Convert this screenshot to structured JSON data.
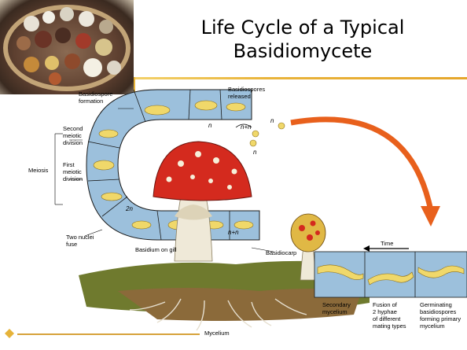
{
  "title_line1": "Life Cycle of a Typical",
  "title_line2": "Basidiomycete",
  "labels": {
    "basidiospore_formation": [
      "Basidiospore",
      "formation"
    ],
    "basidiospores_released": [
      "Basidiospores",
      "released"
    ],
    "second_meiotic": [
      "Second",
      "meiotic",
      "division"
    ],
    "meiosis": "Meiosis",
    "first_meiotic": [
      "First",
      "meiotic",
      "division"
    ],
    "two_nuclei": [
      "Two nuclei",
      "fuse"
    ],
    "basidium_on_gill": "Basidium on gill",
    "basidiocarp": "Basidiocarp",
    "time": "Time",
    "secondary_mycelium": [
      "Secondary",
      "mycelium"
    ],
    "fusion": [
      "Fusion of",
      "2 hyphae",
      "of different",
      "mating types"
    ],
    "germinating": [
      "Germinating",
      "basidiospores",
      "forming primary",
      "mycelium"
    ],
    "mycelium": "Mycelium",
    "n_plus_n_a": "n+n",
    "n_plus_n_b": "n+n",
    "two_n": "2n",
    "n_a": "n",
    "n_b": "n",
    "n_c": "n"
  },
  "colors": {
    "cap_red": "#d42a1e",
    "panel_blue": "#9cc0dc",
    "arrow_orange": "#e8601c",
    "accent_gold": "#e6b33a"
  }
}
